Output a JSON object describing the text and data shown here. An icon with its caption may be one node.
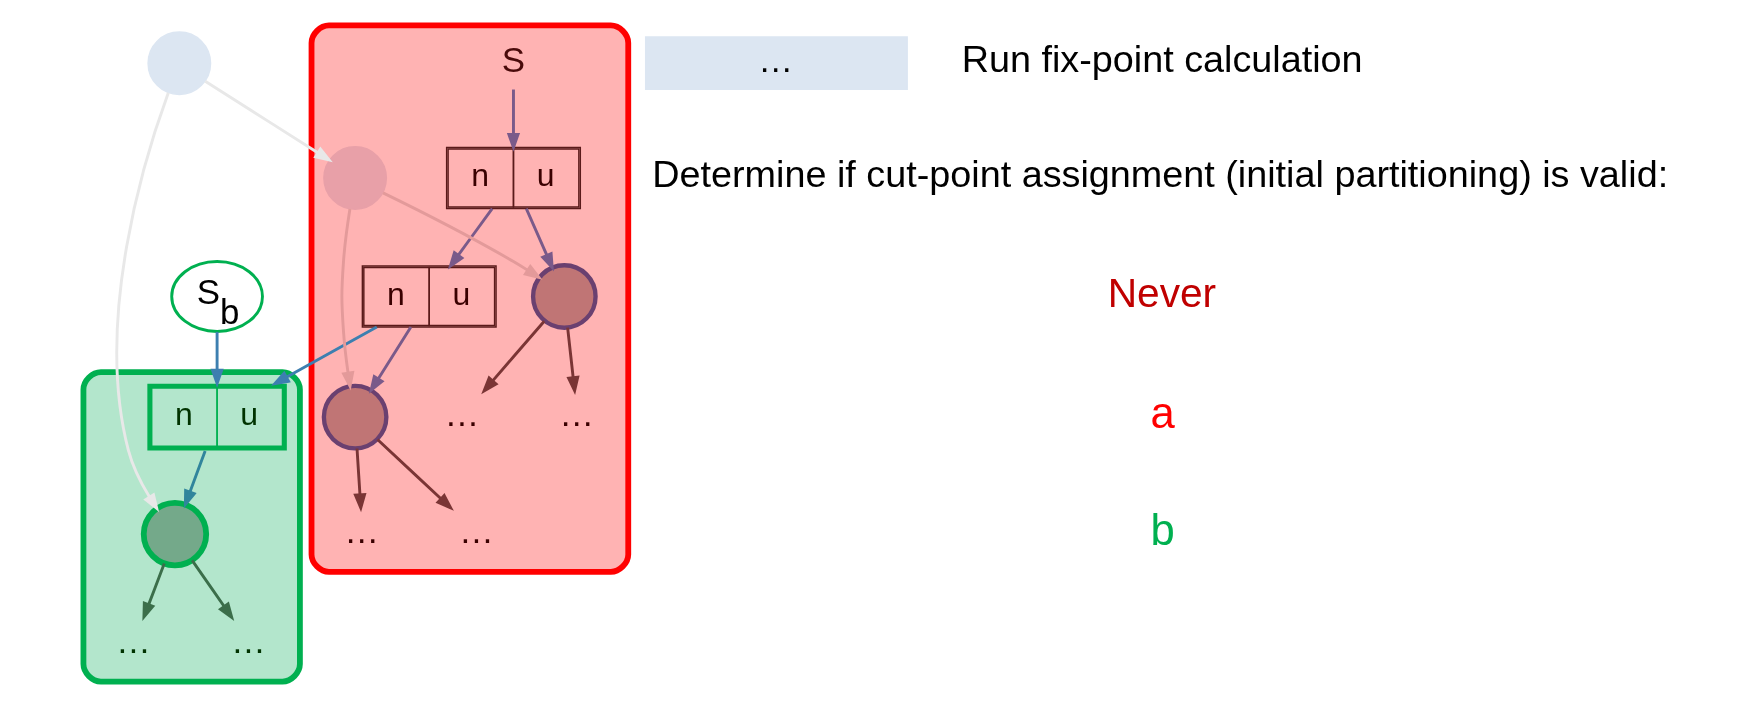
{
  "diagram": {
    "nodes": [
      {
        "text": [],
        "shape": "cloud"
      },
      {
        "text": [],
        "shape": "cloud"
      },
      {
        "text": [
          "n",
          "u"
        ],
        "in": 0
      },
      {
        "text": [
          "S$_{b}$"
        ]
      },
      {
        "text": [
          "n",
          "u"
        ],
        "in": 1
      },
      {
        "text": [
          "n",
          "u"
        ],
        "in": 1
      },
      {
        "text": [
          "S"
        ],
        "in": 1
      },
      {
        "text": [],
        "shape": "circle"
      },
      {
        "text": [],
        "shape": "circle",
        "in": 1
      },
      {
        "text": [],
        "shape": "circle",
        "in": 0
      },
      {
        "text": [],
        "shape": "circle",
        "in": 1
      },
      {
        "text": [],
        "shape": "circle",
        "in": 1
      },
      {
        "text": [
          "…"
        ],
        "in": 0
      },
      {
        "text": [
          "…"
        ],
        "in": 0
      },
      {
        "text": [
          "…"
        ],
        "in": 1
      },
      {
        "text": [
          "…"
        ],
        "in": 1
      },
      {
        "text": [
          "…"
        ],
        "in": 1
      },
      {
        "text": [
          "…"
        ],
        "in": 1
      },
      {
        "text": [
          "…"
        ]
      }
    ],
    "edges": [
      {
        "from": 3,
        "to": 2,
        "arrow": "to",
        "color": "#3d7fb0"
      },
      {
        "from": 4,
        "to": 2,
        "arrow": "to",
        "color": "#3d7fb0"
      },
      {
        "from": 2,
        "to": 9,
        "arrow": "to",
        "color": "#31859c"
      },
      {
        "from": 5,
        "to": 4,
        "arrow": "to",
        "color": "#7a5a8a"
      },
      {
        "from": 4,
        "to": 11,
        "arrow": "to",
        "color": "#7a5a8a"
      },
      {
        "from": 5,
        "to": 10,
        "arrow": "to",
        "color": "#7a5a8a"
      },
      {
        "from": 6,
        "to": 5,
        "arrow": "to",
        "color": "#7a5a8a"
      },
      {
        "from": 7,
        "to": 8,
        "arrow": "to",
        "color": "#e8e8e8"
      },
      {
        "from": 7,
        "to": 9,
        "arrow": "to",
        "color": "#e8e8e8"
      },
      {
        "from": 8,
        "to": 10,
        "arrow": "to",
        "color": "#e39a9a"
      },
      {
        "from": 8,
        "to": 11,
        "arrow": "to",
        "color": "#e39a9a"
      },
      {
        "from": 9,
        "to": 12,
        "arrow": "to",
        "color": "#3b6e4a"
      },
      {
        "from": 9,
        "to": 13,
        "arrow": "to",
        "color": "#3b6e4a"
      },
      {
        "from": 10,
        "to": 14,
        "arrow": "to",
        "color": "#7a3535"
      },
      {
        "from": 10,
        "to": 15,
        "arrow": "to",
        "color": "#7a3535"
      },
      {
        "from": 11,
        "to": 16,
        "arrow": "to",
        "color": "#7a3535"
      },
      {
        "from": 11,
        "to": 17,
        "arrow": "to",
        "color": "#7a3535"
      }
    ],
    "labels": [
      "Run fix-point calculation",
      "Determine if cut-point assignment (initial partitioning) is valid:",
      "Never",
      "a",
      "b"
    ]
  }
}
